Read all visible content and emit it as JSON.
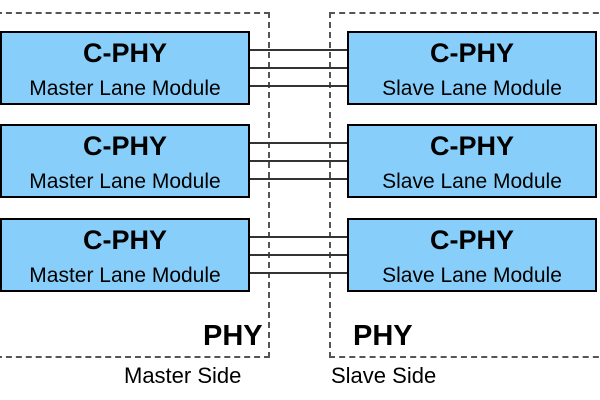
{
  "master": {
    "region_label": "PHY",
    "side_label": "Master Side",
    "modules": [
      {
        "title": "C-PHY",
        "subtitle": "Master Lane Module"
      },
      {
        "title": "C-PHY",
        "subtitle": "Master Lane Module"
      },
      {
        "title": "C-PHY",
        "subtitle": "Master Lane Module"
      }
    ]
  },
  "slave": {
    "region_label": "PHY",
    "side_label": "Slave Side",
    "modules": [
      {
        "title": "C-PHY",
        "subtitle": "Slave Lane Module"
      },
      {
        "title": "C-PHY",
        "subtitle": "Slave Lane Module"
      },
      {
        "title": "C-PHY",
        "subtitle": "Slave Lane Module"
      }
    ]
  },
  "colors": {
    "module_fill": "#87cffa",
    "border": "#000000",
    "dashed_outline": "#555555"
  },
  "wires_per_lane": 3
}
